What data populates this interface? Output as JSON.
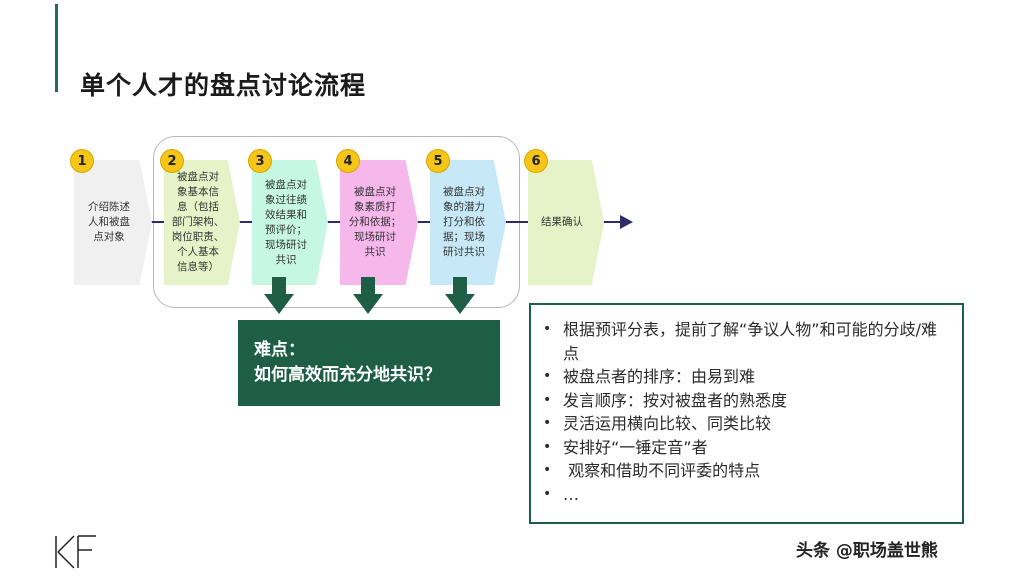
{
  "page": {
    "title": "单个人才的盘点讨论流程"
  },
  "process": {
    "steps": [
      {
        "number": "1",
        "label": "介绍陈述\n人和被盘\n点对象",
        "color": "#f0f0f0"
      },
      {
        "number": "2",
        "label": "被盘点对\n象基本信\n息（包括\n部门架构、\n岗位职责、\n个人基本\n信息等）",
        "color": "#e6f2c8"
      },
      {
        "number": "3",
        "label": "被盘点对\n象过往绩\n效结果和\n预评价；\n现场研讨\n共识",
        "color": "#c6f7e4"
      },
      {
        "number": "4",
        "label": "被盘点对\n象素质打\n分和依据；\n现场研讨\n共识",
        "color": "#f6b7ea"
      },
      {
        "number": "5",
        "label": "被盘点对\n象的潜力\n打分和依\n据；现场\n研讨共识",
        "color": "#c7e9f7"
      },
      {
        "number": "6",
        "label": "结果确认",
        "color": "#e6f2c8"
      }
    ]
  },
  "difficulty": {
    "heading": "难点：",
    "question": "如何高效而充分地共识？"
  },
  "tips": {
    "bullet_symbol": "•",
    "items": [
      "根据预评分表，提前了解“争议人物”和可能的分歧/难点",
      "被盘点者的排序：由易到难",
      "发言顺序：按对被盘者的熟悉度",
      "灵活运用横向比较、同类比较",
      "安排好“一锤定音”者",
      " 观察和借助不同评委的特点",
      "…"
    ]
  },
  "watermark": "头条 @职场盖世熊",
  "colors": {
    "accent": "#1f5e46",
    "badge": "#f5c518",
    "flow_line": "#2e2b6b"
  },
  "icons": {
    "logo": "kf-logo-icon",
    "down_arrow": "down-arrow-icon"
  }
}
